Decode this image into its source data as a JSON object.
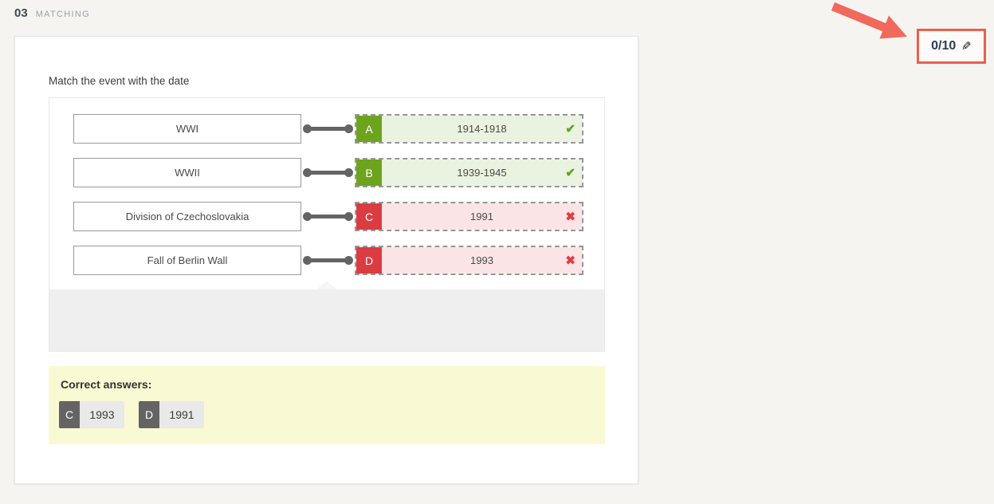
{
  "header": {
    "number": "03",
    "type_label": "MATCHING"
  },
  "score": {
    "value": "0/10"
  },
  "question": {
    "prompt": "Match the event with the date",
    "pairs": [
      {
        "event": "WWI",
        "letter": "A",
        "answer": "1914-1918",
        "state": "correct"
      },
      {
        "event": "WWII",
        "letter": "B",
        "answer": "1939-1945",
        "state": "correct"
      },
      {
        "event": "Division of Czechoslovakia",
        "letter": "C",
        "answer": "1991",
        "state": "incorrect"
      },
      {
        "event": "Fall of Berlin Wall",
        "letter": "D",
        "answer": "1993",
        "state": "incorrect"
      }
    ]
  },
  "icons": {
    "correct": "✔",
    "incorrect": "✖",
    "edit": "✎"
  },
  "correct_answers": {
    "label": "Correct answers:",
    "items": [
      {
        "letter": "C",
        "value": "1993"
      },
      {
        "letter": "D",
        "value": "1991"
      }
    ]
  },
  "colors": {
    "accent_arrow": "#f0695a",
    "badge_border": "#e9614e",
    "correct_green": "#6da41d",
    "correct_bg": "#eaf3e0",
    "incorrect_red": "#da3c42",
    "incorrect_bg": "#fbe4e5",
    "tray_gray": "#efefef",
    "answers_yellow": "#f9f9d3",
    "chip_gray": "#646464"
  }
}
